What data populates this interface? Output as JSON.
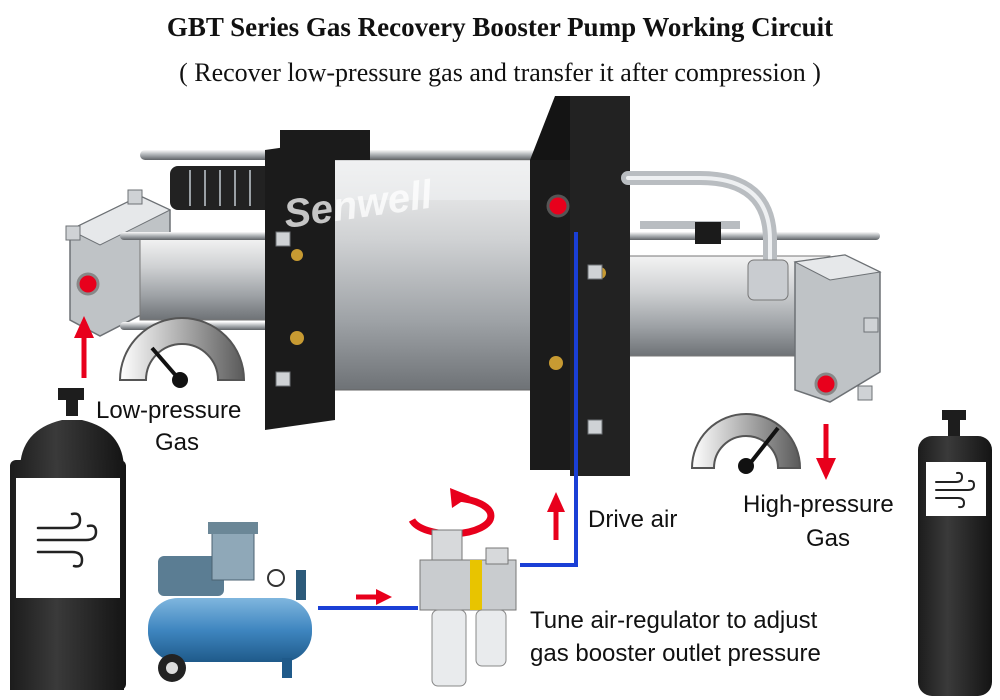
{
  "title": "GBT Series Gas Recovery Booster Pump Working Circuit",
  "subtitle": "( Recover low-pressure gas and transfer it after compression )",
  "watermark": "Senwell",
  "labels": {
    "low_pressure_line1": "Low-pressure",
    "low_pressure_line2": "Gas",
    "high_pressure_line1": "High-pressure",
    "high_pressure_line2": "Gas",
    "drive_air": "Drive air",
    "tune_line1": "Tune air-regulator to adjust",
    "tune_line2": "gas booster outlet pressure"
  },
  "colors": {
    "arrow": "#e8001c",
    "air_line": "#1a3fd6",
    "cylinder_dark": "#2b2b2b",
    "compressor": "#3f86c0"
  }
}
